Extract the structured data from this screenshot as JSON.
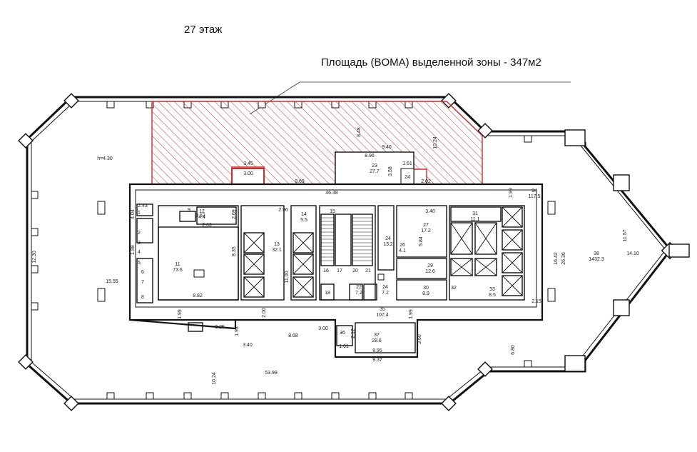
{
  "floor_title": "27 этаж",
  "area_label": "Площадь (BOMA) выделенной зоны - 347м2",
  "highlight_color": "#cc2b2b",
  "rooms": [
    {
      "num": "11",
      "area": "73.6"
    },
    {
      "num": "12",
      "area": "4.4"
    },
    {
      "num": "13",
      "area": "32.1"
    },
    {
      "num": "14",
      "area": "5.5"
    },
    {
      "num": "15",
      "area": ""
    },
    {
      "num": "16",
      "area": ""
    },
    {
      "num": "17",
      "area": ""
    },
    {
      "num": "18",
      "area": ""
    },
    {
      "num": "20",
      "area": ""
    },
    {
      "num": "21",
      "area": ""
    },
    {
      "num": "22",
      "area": "7.2"
    },
    {
      "num": "23",
      "area": "27.7"
    },
    {
      "num": "24",
      "area": ""
    },
    {
      "num": "24",
      "area": "13.2"
    },
    {
      "num": "24",
      "area": "7.2"
    },
    {
      "num": "26",
      "area": "4.1"
    },
    {
      "num": "27",
      "area": "17.2"
    },
    {
      "num": "29",
      "area": "12.6"
    },
    {
      "num": "30",
      "area": "8.9"
    },
    {
      "num": "31",
      "area": "11.1"
    },
    {
      "num": "32",
      "area": ""
    },
    {
      "num": "33",
      "area": "8.5"
    },
    {
      "num": "34",
      "area": "117.5"
    },
    {
      "num": "35",
      "area": "107.4"
    },
    {
      "num": "36",
      "area": ""
    },
    {
      "num": "37",
      "area": "28.6"
    },
    {
      "num": "38",
      "area": "1432.3"
    }
  ],
  "dimensions": [
    "h=4.30",
    "12.30",
    "15.55",
    "10.24",
    "53.99",
    "6.80",
    "8.95",
    "9.37",
    "3.40",
    "8.68",
    "3.00",
    "3.25",
    "1.99",
    "1.93",
    "2.00",
    "1.61",
    "2.12",
    "3.60",
    "46.38",
    "8.96",
    "9.40",
    "8.48",
    "10.24",
    "3.45",
    "3.00",
    "8.69",
    "1.61",
    "3.58",
    "2.02",
    "1.99",
    "11.57",
    "14.10",
    "16.42",
    "26.36",
    "2.15",
    "1.99",
    "2.43",
    "4.04",
    "1.88",
    "3.53",
    "2.63",
    "2.69",
    "2.96",
    "8.35",
    "8.82",
    "11.00",
    "5.84",
    "3.40"
  ],
  "misc_labels": [
    "1",
    "2",
    "3",
    "4",
    "5",
    "6",
    "7",
    "8",
    "9"
  ]
}
